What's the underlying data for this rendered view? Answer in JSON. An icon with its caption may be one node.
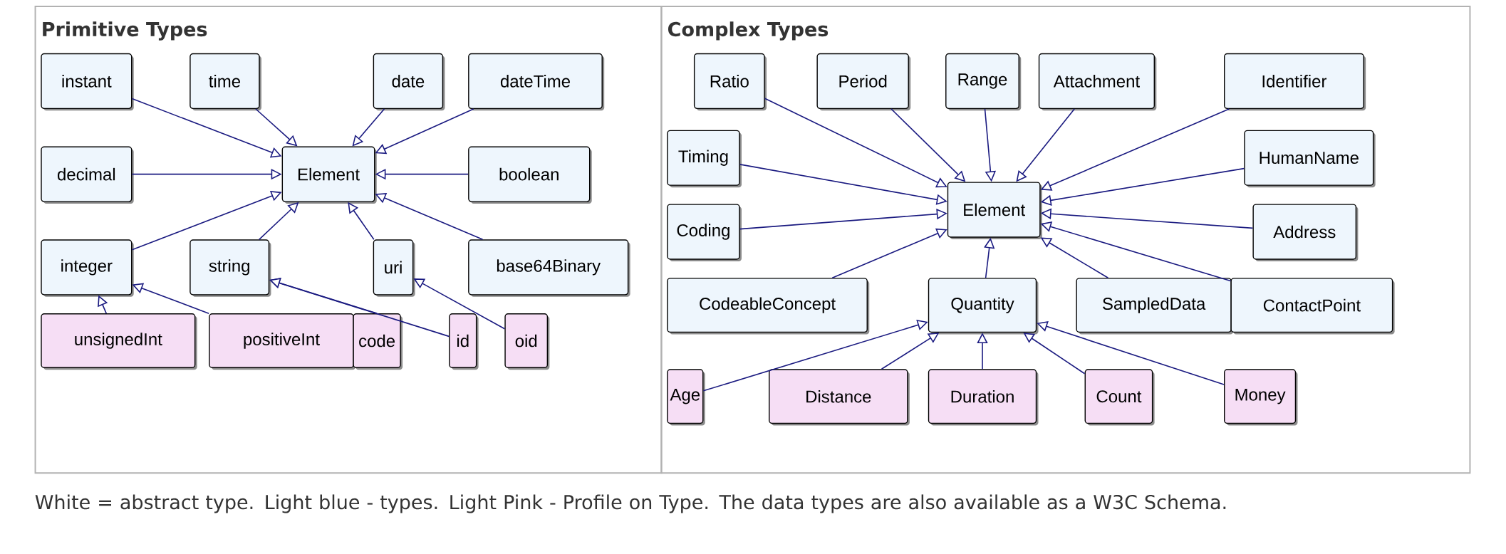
{
  "diagram": {
    "caption": "White = abstract type. Light blue - types. Light Pink - Profile on Type. The data types are also available as a W3C Schema.",
    "nodes": [
      {
        "text": [
          "Primitive Types"
        ]
      },
      {
        "text": [
          "instant"
        ],
        "in": 0
      },
      {
        "text": [
          "time"
        ],
        "in": 0
      },
      {
        "text": [
          "date"
        ],
        "in": 0
      },
      {
        "text": [
          "dateTime"
        ],
        "in": 0
      },
      {
        "text": [
          "decimal"
        ],
        "in": 0
      },
      {
        "text": [
          "Element"
        ],
        "in": 0
      },
      {
        "text": [
          "boolean"
        ],
        "in": 0
      },
      {
        "text": [
          "integer"
        ],
        "in": 0
      },
      {
        "text": [
          "string"
        ],
        "in": 0
      },
      {
        "text": [
          "uri"
        ],
        "in": 0
      },
      {
        "text": [
          "base64Binary"
        ],
        "in": 0
      },
      {
        "text": [
          "unsignedInt"
        ],
        "in": 0
      },
      {
        "text": [
          "positiveInt"
        ],
        "in": 0
      },
      {
        "text": [
          "code"
        ],
        "in": 0
      },
      {
        "text": [
          "id"
        ],
        "in": 0
      },
      {
        "text": [
          "oid"
        ],
        "in": 0
      },
      {
        "text": [
          "Complex Types"
        ]
      },
      {
        "text": [
          "Ratio"
        ],
        "in": 17
      },
      {
        "text": [
          "Period"
        ],
        "in": 17
      },
      {
        "text": [
          "Range"
        ],
        "in": 17
      },
      {
        "text": [
          "Attachment"
        ],
        "in": 17
      },
      {
        "text": [
          "Identifier"
        ],
        "in": 17
      },
      {
        "text": [
          "Timing"
        ],
        "in": 17
      },
      {
        "text": [
          "Element"
        ],
        "in": 17
      },
      {
        "text": [
          "HumanName"
        ],
        "in": 17
      },
      {
        "text": [
          "Coding"
        ],
        "in": 17
      },
      {
        "text": [
          "Address"
        ],
        "in": 17
      },
      {
        "text": [
          "CodeableConcept"
        ],
        "in": 17
      },
      {
        "text": [
          "Quantity"
        ],
        "in": 17
      },
      {
        "text": [
          "SampledData"
        ],
        "in": 17
      },
      {
        "text": [
          "ContactPoint"
        ],
        "in": 17
      },
      {
        "text": [
          "Age"
        ],
        "in": 17
      },
      {
        "text": [
          "Distance"
        ],
        "in": 17
      },
      {
        "text": [
          "Duration"
        ],
        "in": 17
      },
      {
        "text": [
          "Count"
        ],
        "in": 17
      },
      {
        "text": [
          "Money"
        ],
        "in": 17
      }
    ],
    "edges": [
      {
        "from": 1,
        "to": 6,
        "arrow": "to"
      },
      {
        "from": 2,
        "to": 6,
        "arrow": "to"
      },
      {
        "from": 3,
        "to": 6,
        "arrow": "to"
      },
      {
        "from": 4,
        "to": 6,
        "arrow": "to"
      },
      {
        "from": 5,
        "to": 6,
        "arrow": "to"
      },
      {
        "from": 7,
        "to": 6,
        "arrow": "to"
      },
      {
        "from": 8,
        "to": 6,
        "arrow": "to"
      },
      {
        "from": 9,
        "to": 6,
        "arrow": "to"
      },
      {
        "from": 10,
        "to": 6,
        "arrow": "to"
      },
      {
        "from": 11,
        "to": 6,
        "arrow": "to"
      },
      {
        "from": 12,
        "to": 8,
        "arrow": "to"
      },
      {
        "from": 13,
        "to": 8,
        "arrow": "to"
      },
      {
        "from": 14,
        "to": 9,
        "arrow": "to"
      },
      {
        "from": 15,
        "to": 9,
        "arrow": "to"
      },
      {
        "from": 16,
        "to": 10,
        "arrow": "to"
      },
      {
        "from": 18,
        "to": 24,
        "arrow": "to"
      },
      {
        "from": 19,
        "to": 24,
        "arrow": "to"
      },
      {
        "from": 20,
        "to": 24,
        "arrow": "to"
      },
      {
        "from": 21,
        "to": 24,
        "arrow": "to"
      },
      {
        "from": 22,
        "to": 24,
        "arrow": "to"
      },
      {
        "from": 23,
        "to": 24,
        "arrow": "to"
      },
      {
        "from": 25,
        "to": 24,
        "arrow": "to"
      },
      {
        "from": 26,
        "to": 24,
        "arrow": "to"
      },
      {
        "from": 27,
        "to": 24,
        "arrow": "to"
      },
      {
        "from": 28,
        "to": 24,
        "arrow": "to"
      },
      {
        "from": 29,
        "to": 24,
        "arrow": "to"
      },
      {
        "from": 30,
        "to": 24,
        "arrow": "to"
      },
      {
        "from": 31,
        "to": 24,
        "arrow": "to"
      },
      {
        "from": 32,
        "to": 29,
        "arrow": "to"
      },
      {
        "from": 33,
        "to": 29,
        "arrow": "to"
      },
      {
        "from": 34,
        "to": 29,
        "arrow": "to"
      },
      {
        "from": 35,
        "to": 29,
        "arrow": "to"
      },
      {
        "from": 36,
        "to": 29,
        "arrow": "to"
      }
    ]
  }
}
